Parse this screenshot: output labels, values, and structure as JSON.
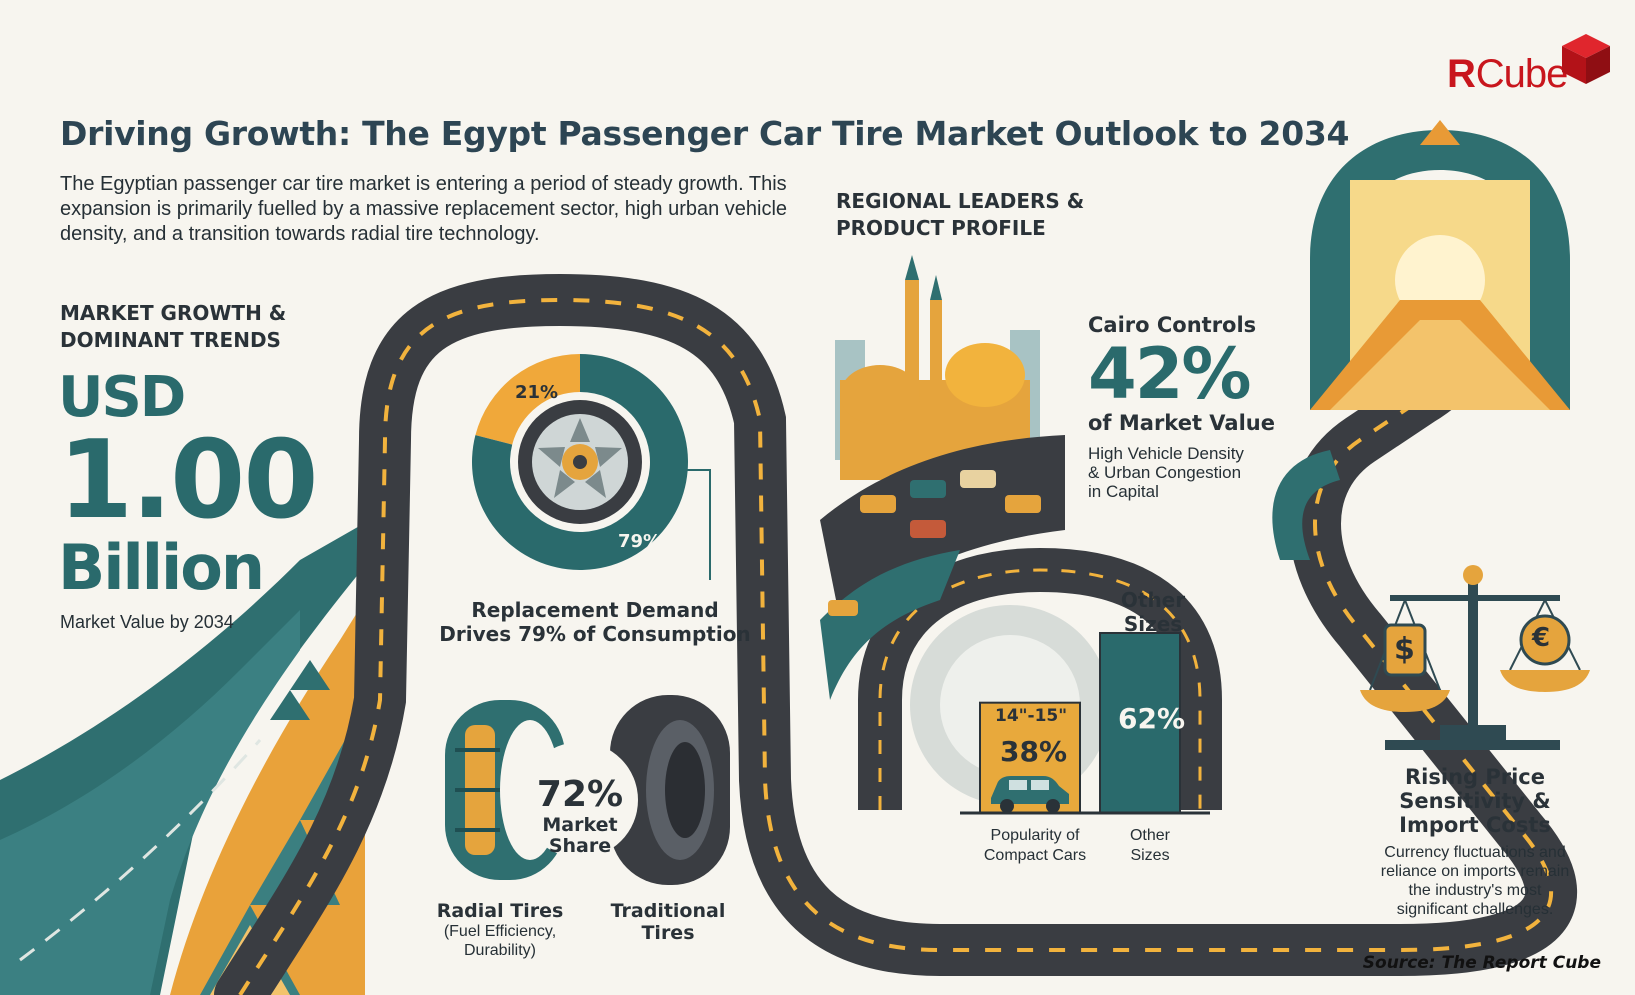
{
  "logo": {
    "mark": "Я",
    "word": "Cube"
  },
  "title": "Driving Growth: The Egypt Passenger Car Tire Market Outlook to 2034",
  "intro": "The Egyptian passenger car tire market is entering a period of steady growth. This expansion is primarily fuelled by a massive replacement sector, high urban vehicle density, and a transition towards radial tire technology.",
  "market": {
    "heading_line1": "MARKET GROWTH &",
    "heading_line2": "DOMINANT TRENDS",
    "usd": "USD",
    "value": "1.00",
    "unit": "Billion",
    "caption": "Market Value by 2034"
  },
  "replacement": {
    "share_small": 21,
    "share_large": 79,
    "label_small": "21%",
    "label_large": "79%",
    "caption_line1": "Replacement Demand",
    "caption_line2": "Drives 79% of Consumption"
  },
  "radial": {
    "share": "72%",
    "share_label_line1": "Market",
    "share_label_line2": "Share",
    "radial_title": "Radial Tires",
    "radial_sub1": "(Fuel Efficiency,",
    "radial_sub2": "Durability)",
    "trad_title1": "Traditional",
    "trad_title2": "Tires"
  },
  "regional": {
    "heading_line1": "REGIONAL LEADERS &",
    "heading_line2": "PRODUCT PROFILE",
    "cairo_title": "Cairo Controls",
    "cairo_value": "42%",
    "cairo_sub": "of Market Value",
    "cairo_note1": "High Vehicle Density",
    "cairo_note2": "& Urban Congestion",
    "cairo_note3": "in Capital"
  },
  "sizes": {
    "other_head1": "Other",
    "other_head2": "Sizes",
    "small_label": "14\"-15\"",
    "small_value": "38%",
    "large_value": "62%",
    "small_share": 38,
    "large_share": 62,
    "cap_small1": "Popularity of",
    "cap_small2": "Compact Cars",
    "cap_large1": "Other",
    "cap_large2": "Sizes"
  },
  "price": {
    "title1": "Rising Price",
    "title2": "Sensitivity &",
    "title3": "Import Costs",
    "desc1": "Currency fluctuations and",
    "desc2": "reliance on imports remain",
    "desc3": "the industry's most",
    "desc4": "significant challenges.",
    "dollar": "$",
    "euro": "€"
  },
  "source": "Source: The Report Cube",
  "colors": {
    "teal": "#2a6a6c",
    "dark_teal": "#1f4f52",
    "orange": "#f0a83a",
    "gold": "#e8a93c",
    "road": "#3a3d42",
    "brand_red": "#c8161d"
  }
}
